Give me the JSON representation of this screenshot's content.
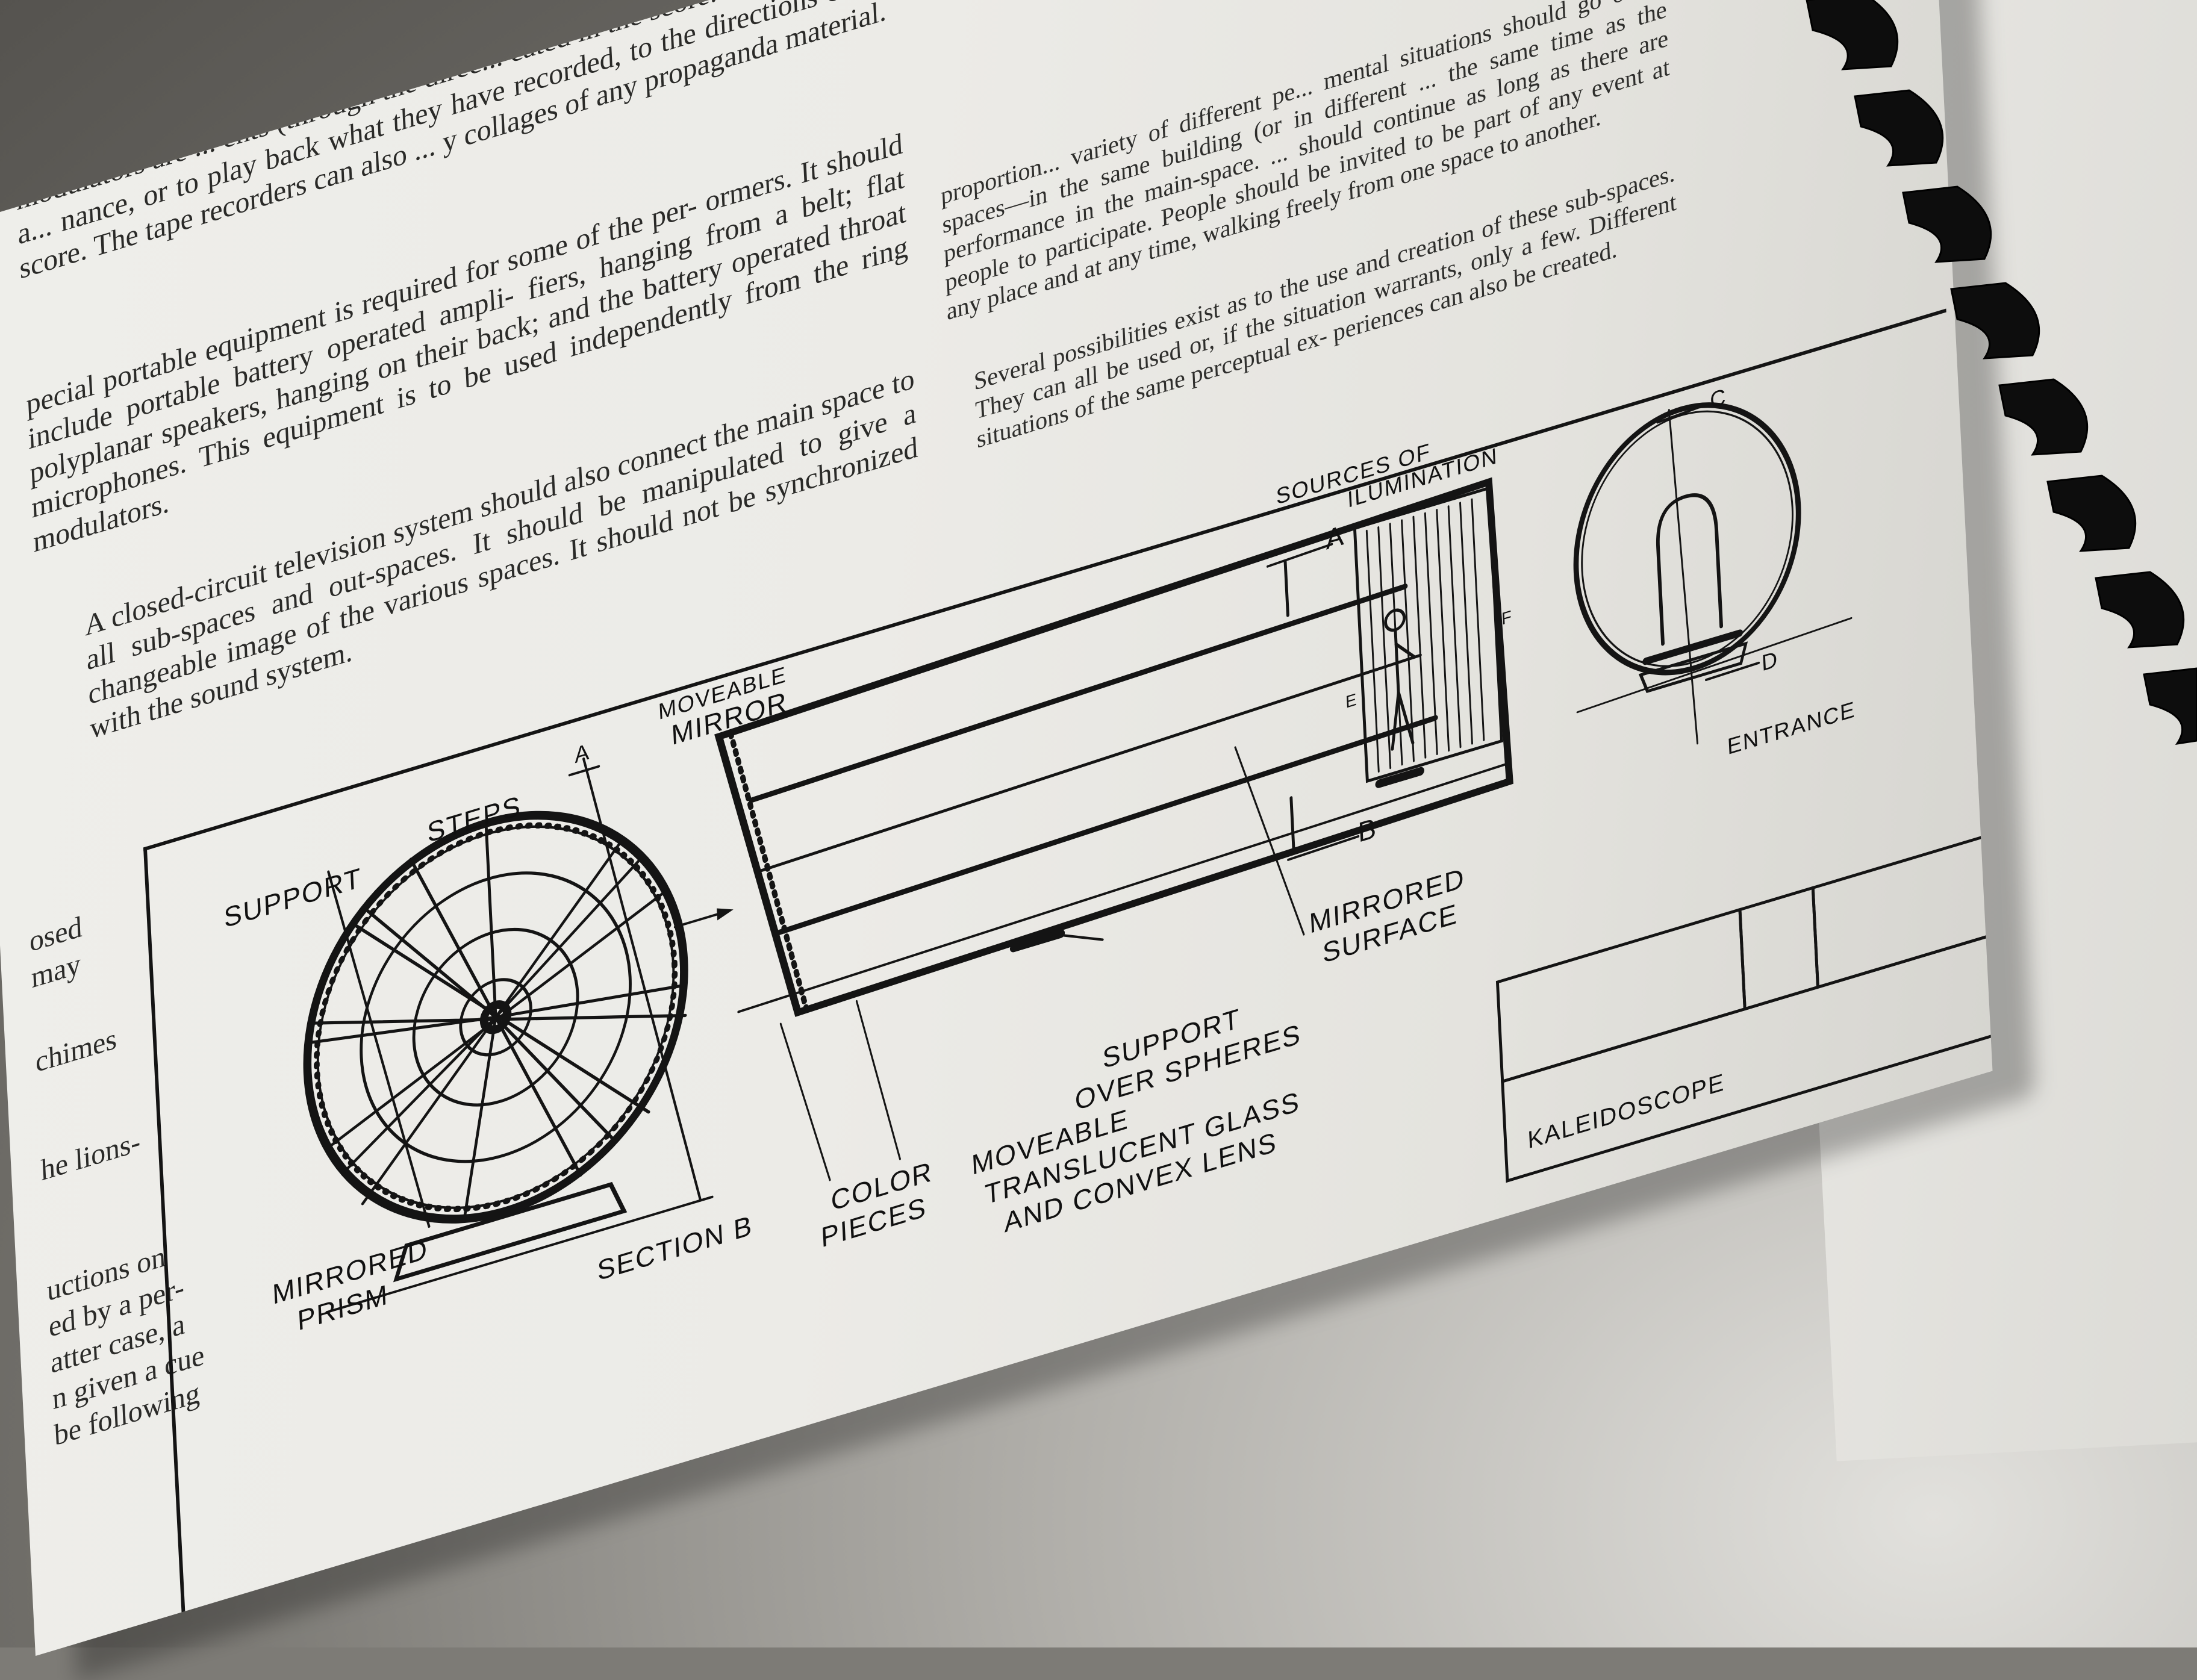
{
  "page": {
    "paragraphs_left": [
      "modulators are ... ents (through the direc... cated in the score. Tape recorders a... nance, or to play back what they have recorded, to the directions of the score. The tape recorders can also ... y collages of any propaganda material.",
      "pecial portable equipment is required for some of the per- ormers. It should include portable battery operated ampli- fiers, hanging from a belt; flat polyplanar speakers, hanging on their back; and the battery operated throat microphones. This equipment is to be used independently from the ring modulators.",
      "A closed-circuit television system should also connect the main space to all sub-spaces and out-spaces. It should be manipulated to give a changeable image of the various spaces. It should not be synchronized with the sound system."
    ],
    "paragraphs_right": [
      "proportion... variety of different pe... mental situations should go on ... spaces—in the same building (or in different ... the same time as the performance in the main-space. ... should continue as long as there are people to participate. People should be invited to be part of any event at any place and at any time, walking freely from one space to another.",
      "Several possibilities exist as to the use and creation of these sub-spaces. They can all be used or, if the situation warrants, only a few. Different situations of the same perceptual ex- periences can also be created."
    ],
    "margin_fragments": [
      "osed",
      "may",
      "chimes",
      "he lions-",
      "uctions on",
      "ed by a per-",
      "atter case, a",
      "n given a cue",
      "be following"
    ]
  },
  "drawing": {
    "labels": {
      "support": "SUPPORT",
      "steps": "STEPS",
      "section_a_left": "A",
      "mirrored_prism_1": "MIRRORED",
      "mirrored_prism_2": "PRISM",
      "section_b": "SECTION B",
      "moveable_mirror_1": "MOVEABLE",
      "moveable_mirror_2": "MIRROR",
      "color_pieces_1": "COLOR",
      "color_pieces_2": "PIECES",
      "moveable_glass_1": "MOVEABLE",
      "moveable_glass_2": "TRANSLUCENT GLASS",
      "moveable_glass_3": "AND CONVEX LENS",
      "support_spheres_1": "SUPPORT",
      "support_spheres_2": "OVER SPHERES",
      "mirrored_surface_1": "MIRRORED",
      "mirrored_surface_2": "SURFACE",
      "sources_1": "SOURCES OF",
      "sources_2": "ILUMINATION",
      "marker_a": "A",
      "marker_b": "B",
      "marker_c": "C",
      "marker_d": "D",
      "marker_e": "E",
      "marker_f": "F",
      "entrance": "ENTRANCE"
    },
    "title_block": {
      "title": "KALEIDOSCOPE"
    }
  },
  "colors": {
    "ink": "#141414",
    "paper": "#ecebe7",
    "text": "#2a2a28"
  }
}
